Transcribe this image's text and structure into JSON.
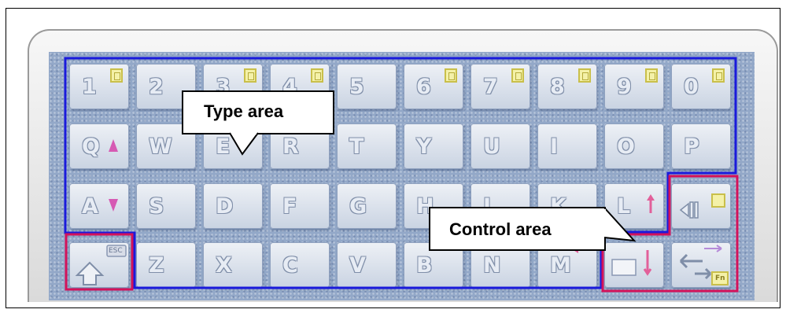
{
  "keyboard": {
    "rows": [
      [
        "1",
        "2",
        "3",
        "4",
        "5",
        "6",
        "7",
        "8",
        "9",
        "0"
      ],
      [
        "Q",
        "W",
        "E",
        "R",
        "T",
        "Y",
        "U",
        "I",
        "O",
        "P"
      ],
      [
        "A",
        "S",
        "D",
        "F",
        "G",
        "H",
        "J",
        "K",
        "L"
      ],
      [
        "Z",
        "X",
        "C",
        "V",
        "B",
        "N",
        "M"
      ]
    ],
    "esc_label": "ESC",
    "fn_label": "Fn"
  },
  "callouts": {
    "type_area": "Type area",
    "control_area": "Control area"
  },
  "colors": {
    "type_area_outline": "#1a1adb",
    "control_area_outline": "#d3125a"
  }
}
